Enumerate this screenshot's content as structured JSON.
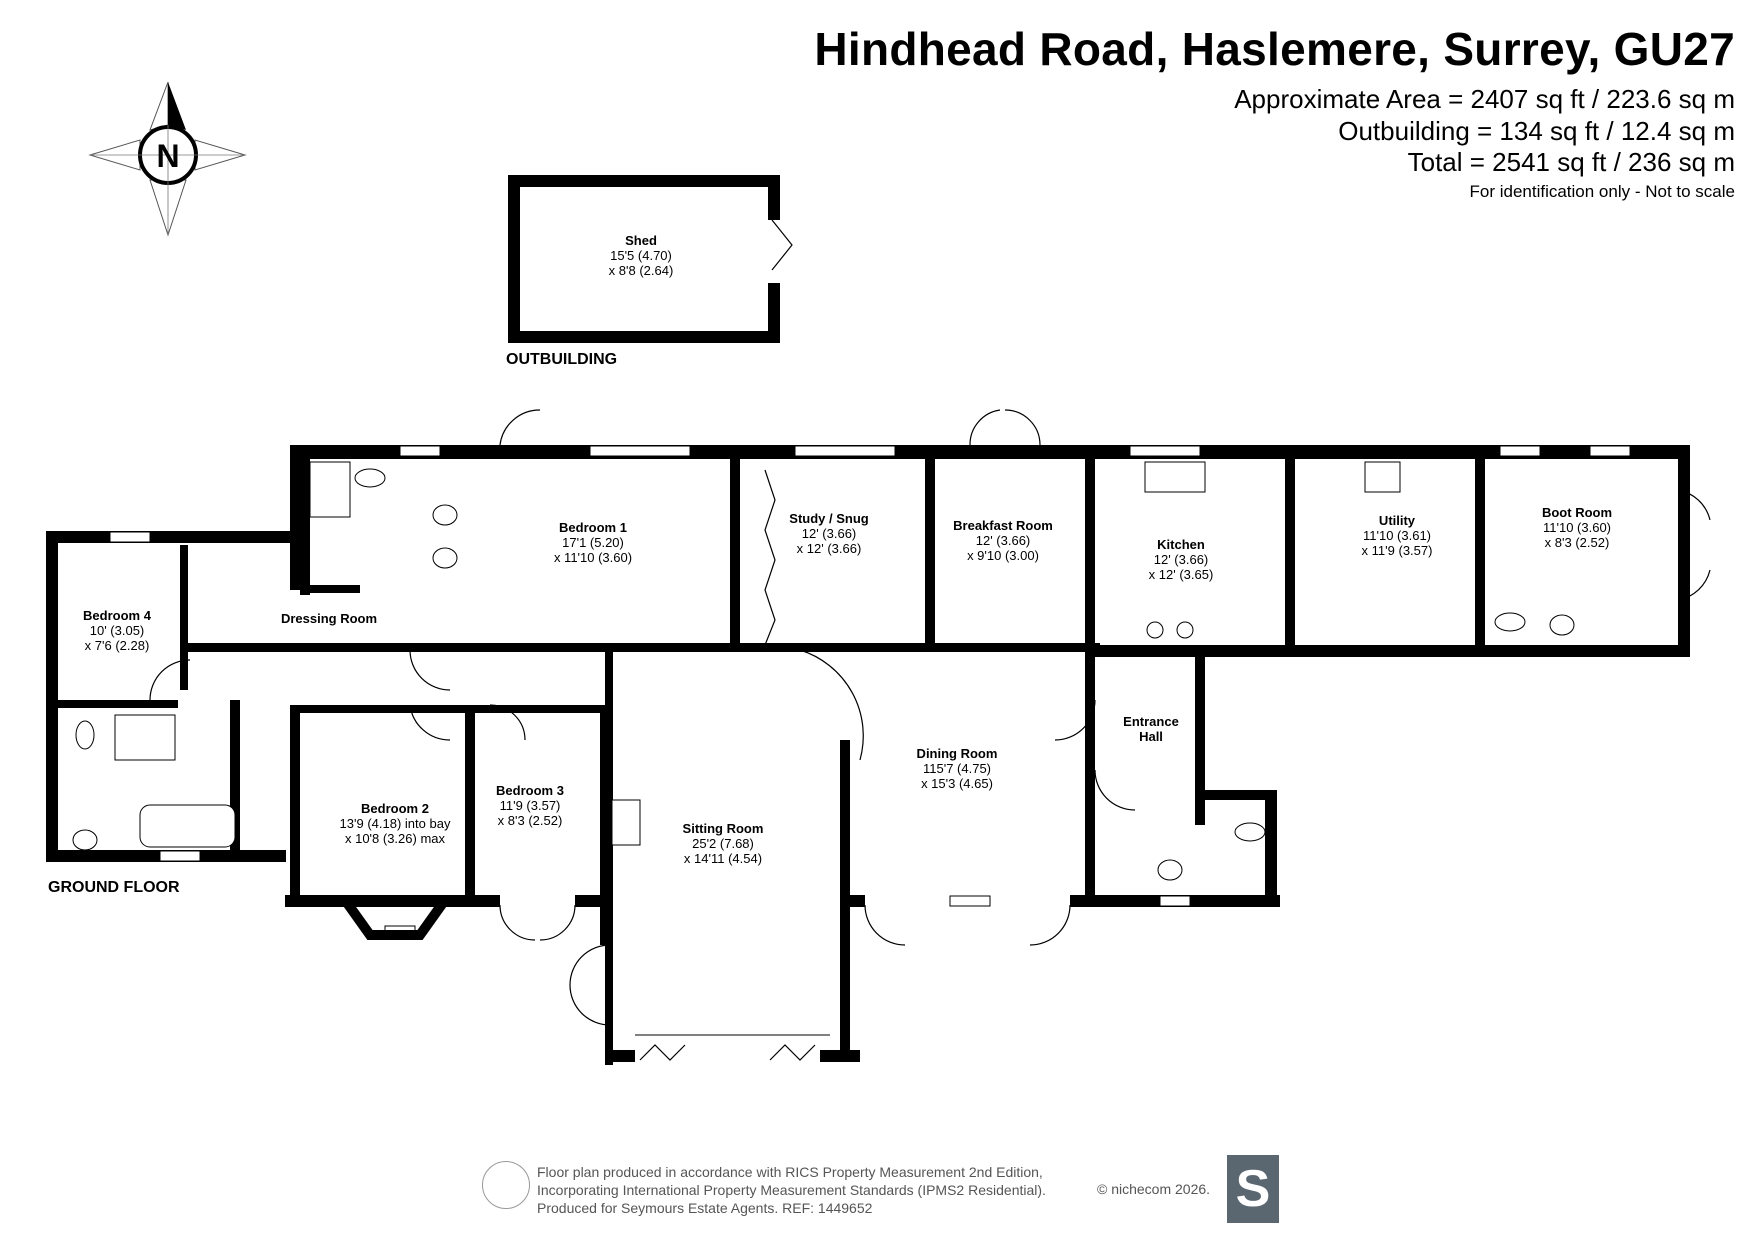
{
  "header": {
    "address": "Hindhead Road, Haslemere, Surrey, GU27",
    "approx_area": "Approximate Area = 2407 sq ft / 223.6 sq m",
    "outbuilding_area": "Outbuilding = 134 sq ft / 12.4 sq m",
    "total_area": "Total = 2541 sq ft / 236 sq m",
    "disclaimer": "For identification only - Not to scale"
  },
  "compass": {
    "letter": "N"
  },
  "outbuilding": {
    "label": "OUTBUILDING",
    "shed": {
      "name": "Shed",
      "dim1": "15'5 (4.70)",
      "dim2": "x 8'8 (2.64)"
    }
  },
  "ground_floor": {
    "label": "GROUND FLOOR",
    "rooms": {
      "bedroom4": {
        "name": "Bedroom 4",
        "dim1": "10' (3.05)",
        "dim2": "x 7'6 (2.28)"
      },
      "dressing": {
        "name": "Dressing Room"
      },
      "bedroom1": {
        "name": "Bedroom 1",
        "dim1": "17'1 (5.20)",
        "dim2": "x 11'10 (3.60)"
      },
      "study": {
        "name": "Study / Snug",
        "dim1": "12' (3.66)",
        "dim2": "x 12' (3.66)"
      },
      "breakfast": {
        "name": "Breakfast Room",
        "dim1": "12' (3.66)",
        "dim2": "x 9'10 (3.00)"
      },
      "kitchen": {
        "name": "Kitchen",
        "dim1": "12' (3.66)",
        "dim2": "x 12' (3.65)"
      },
      "utility": {
        "name": "Utility",
        "dim1": "11'10 (3.61)",
        "dim2": "x 11'9 (3.57)"
      },
      "boot": {
        "name": "Boot Room",
        "dim1": "11'10 (3.60)",
        "dim2": "x 8'3 (2.52)"
      },
      "bedroom2": {
        "name": "Bedroom 2",
        "dim1": "13'9 (4.18) into bay",
        "dim2": "x 10'8 (3.26) max"
      },
      "bedroom3": {
        "name": "Bedroom 3",
        "dim1": "11'9 (3.57)",
        "dim2": "x 8'3 (2.52)"
      },
      "sitting": {
        "name": "Sitting Room",
        "dim1": "25'2 (7.68)",
        "dim2": "x 14'11 (4.54)"
      },
      "dining": {
        "name": "Dining Room",
        "dim1": "115'7 (4.75)",
        "dim2": "x 15'3 (4.65)"
      },
      "entrance": {
        "name1": "Entrance",
        "name2": "Hall"
      }
    }
  },
  "footer": {
    "line1": "Floor plan produced in accordance with RICS Property Measurement 2nd Edition,",
    "line2": "Incorporating International Property Measurement Standards (IPMS2 Residential).",
    "line3": "Produced for Seymours Estate Agents.   REF: 1449652",
    "copyright": "© nichecom 2026.",
    "logo_letter": "S"
  },
  "colors": {
    "wall": "#000000",
    "window": "#ffffff",
    "logo_bg": "#5a6670"
  }
}
